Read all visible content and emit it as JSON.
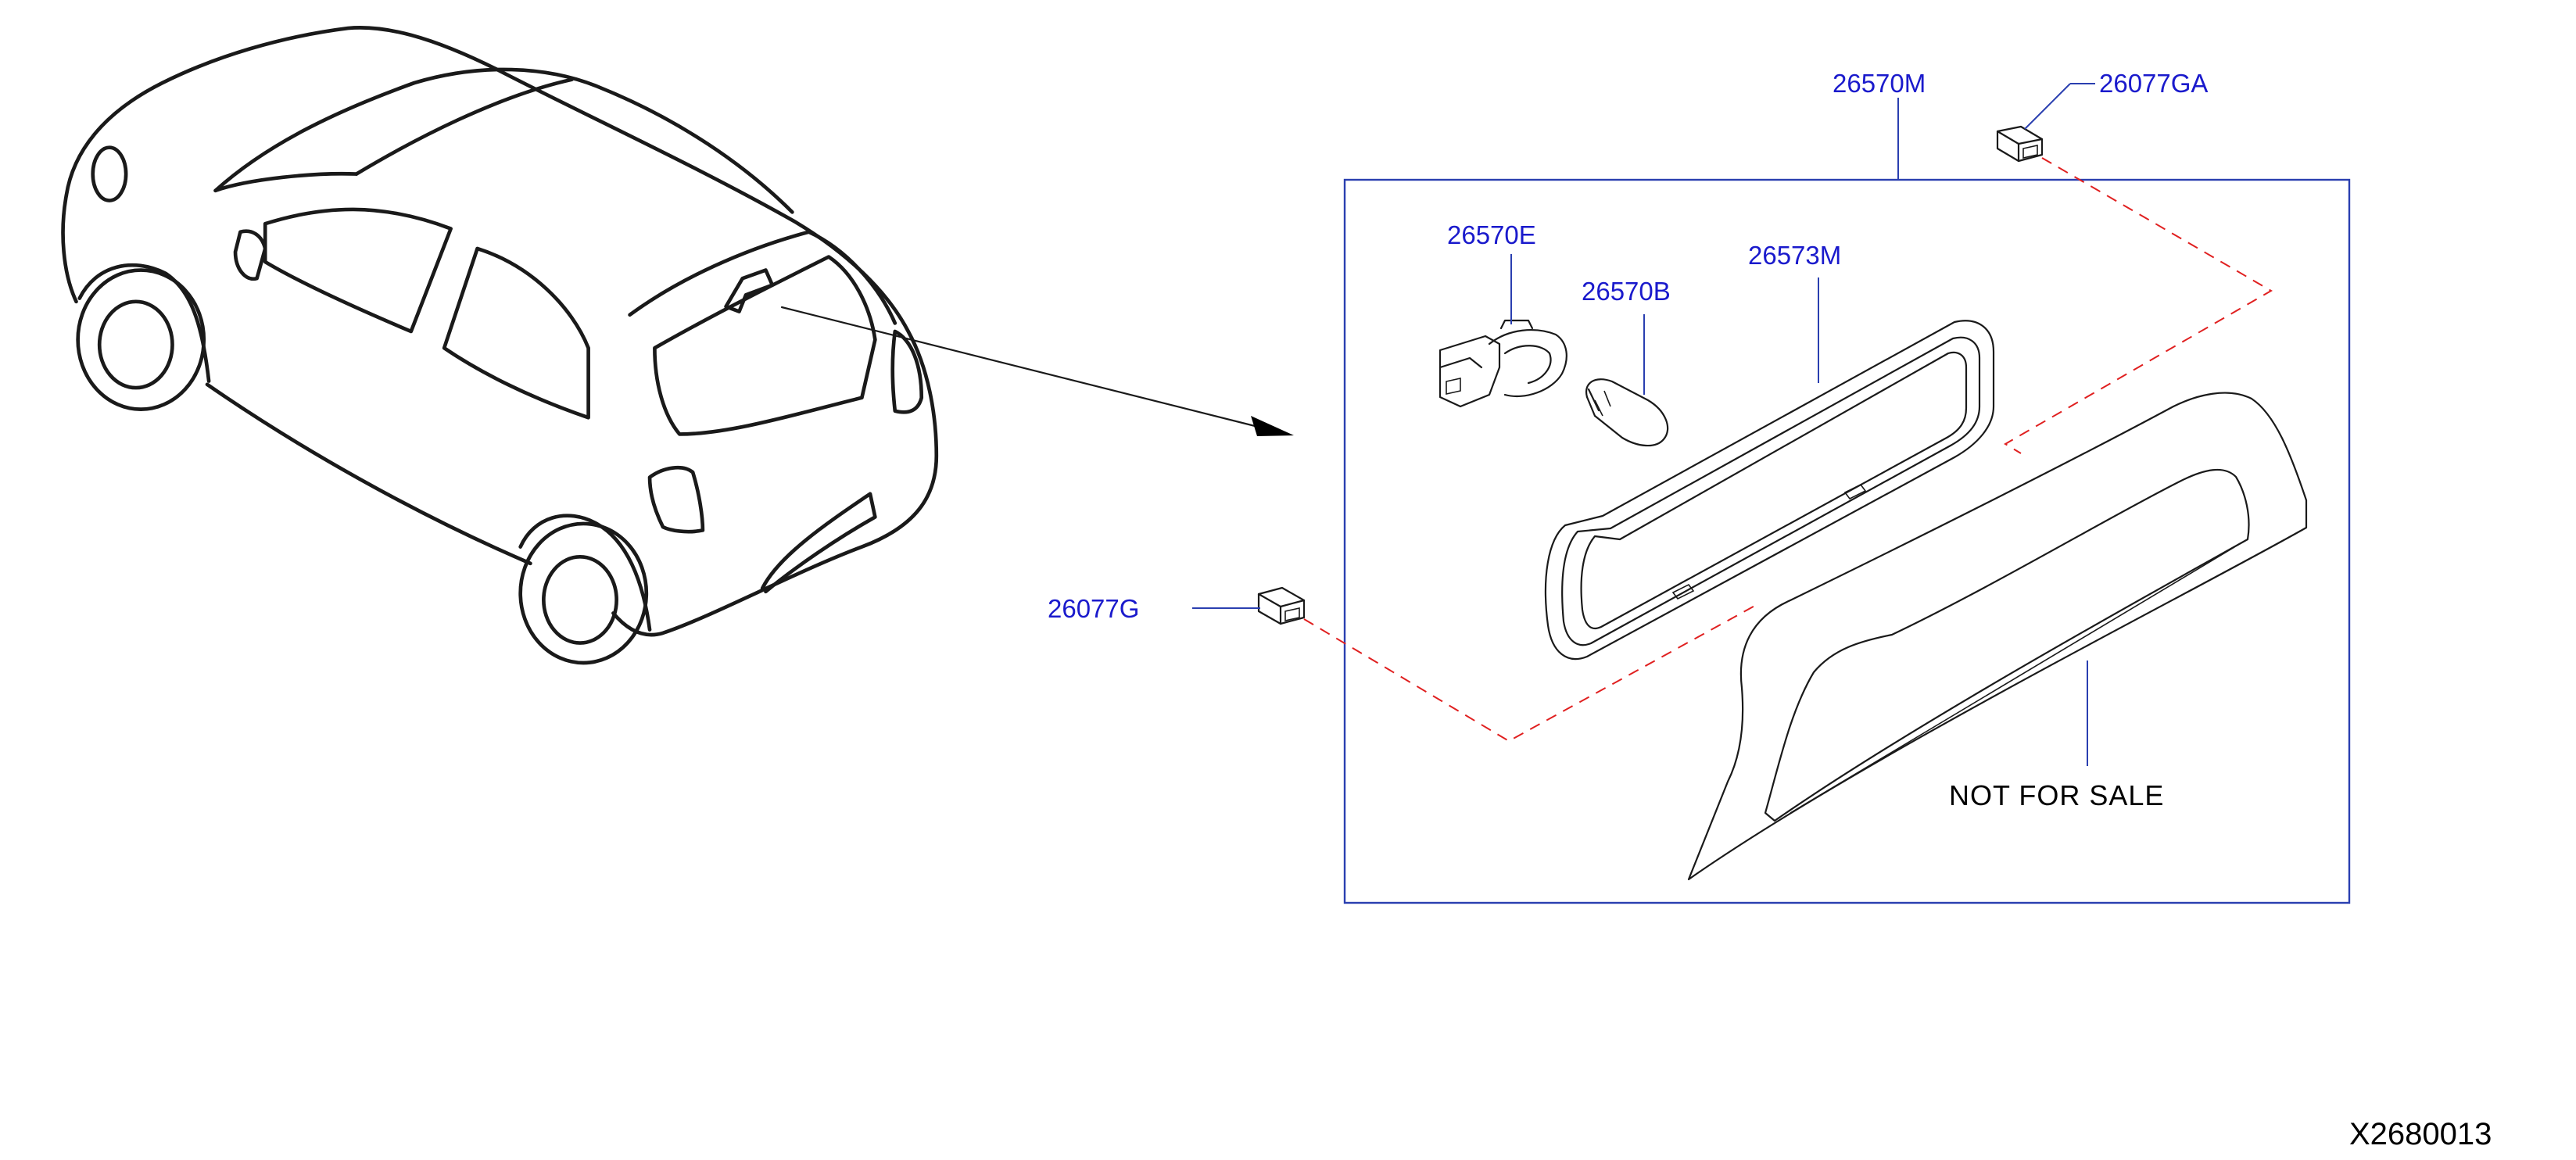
{
  "callouts": {
    "assembly": "26570M",
    "clip_top": "26077GA",
    "socket": "26570E",
    "bulb": "26570B",
    "gasket": "26573M",
    "clip_left": "26077G"
  },
  "note": "NOT  FOR  SALE",
  "diagram_code": "X2680013",
  "colors": {
    "callout_text": "#1a1acc",
    "leader_lines": "#2a3fb0",
    "dashed_lines": "#e02020",
    "drawing": "#1a1a1a"
  }
}
